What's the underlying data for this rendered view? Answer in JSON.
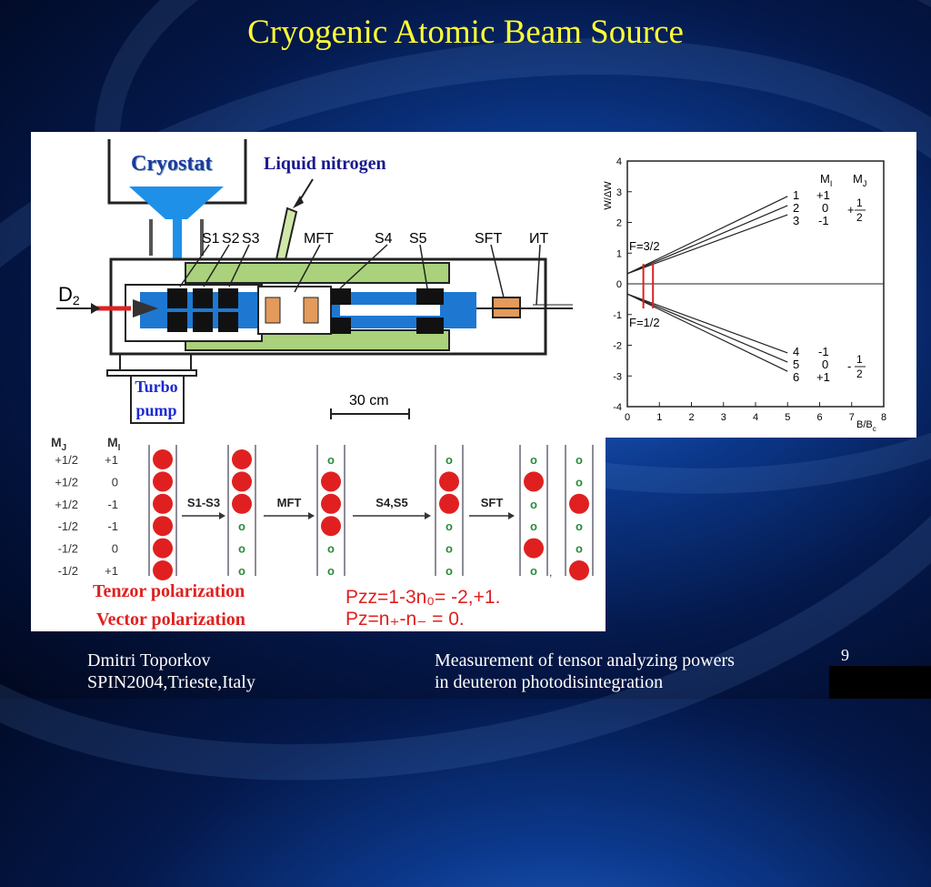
{
  "slide": {
    "title": "Cryogenic Atomic Beam Source",
    "page_number": "9",
    "footer_left": [
      "Dmitri Toporkov",
      "SPIN2004,Trieste,Italy"
    ],
    "footer_right": [
      "Measurement of tensor analyzing powers",
      "in deuteron photodisintegration"
    ]
  },
  "apparatus": {
    "cryostat_label": "Cryostat",
    "nitrogen_label": "Liquid nitrogen",
    "turbo_label": [
      "Turbo",
      "pump"
    ],
    "beam_label": "D",
    "beam_subscript": "2",
    "section_labels": [
      "S1",
      "S2",
      "S3",
      "MFT",
      "S4",
      "S5",
      "SFT",
      "ИТ"
    ],
    "scale_label": "30 cm"
  },
  "breit_rabi": {
    "y_axis_label": "W/ΔW",
    "x_axis_label": "B/B",
    "x_axis_sub": "c",
    "x_ticks": [
      "0",
      "1",
      "2",
      "3",
      "4",
      "5",
      "6",
      "7",
      "8"
    ],
    "y_ticks": [
      "4",
      "3",
      "2",
      "1",
      "0",
      "-1",
      "-2",
      "-3",
      "-4"
    ],
    "f_upper": "F=3/2",
    "f_lower": "F=1/2",
    "col_headers": [
      "M",
      "M"
    ],
    "col_header_subs": [
      "I",
      "J"
    ],
    "upper_states": [
      {
        "n": "1",
        "mi": "+1"
      },
      {
        "n": "2",
        "mi": "0"
      },
      {
        "n": "3",
        "mi": "-1"
      }
    ],
    "lower_states": [
      {
        "n": "4",
        "mi": "-1"
      },
      {
        "n": "5",
        "mi": "0"
      },
      {
        "n": "6",
        "mi": "+1"
      }
    ],
    "mj_upper": "+",
    "mj_lower": "-",
    "mj_num": "1",
    "mj_den": "2",
    "chart_data": {
      "type": "line",
      "xlim": [
        0,
        8
      ],
      "ylim": [
        -4,
        4
      ],
      "series": [
        {
          "x": [
            0,
            5
          ],
          "y": [
            0.33,
            2.85
          ]
        },
        {
          "x": [
            0,
            5
          ],
          "y": [
            0.33,
            2.55
          ]
        },
        {
          "x": [
            0,
            5
          ],
          "y": [
            0.33,
            2.25
          ]
        },
        {
          "x": [
            0,
            5
          ],
          "y": [
            -0.33,
            -2.25
          ]
        },
        {
          "x": [
            0,
            5
          ],
          "y": [
            -0.33,
            -2.55
          ]
        },
        {
          "x": [
            0,
            5
          ],
          "y": [
            -0.33,
            -2.85
          ]
        }
      ],
      "markers": [
        0.5,
        0.8
      ]
    }
  },
  "populations": {
    "header_mj": "M",
    "header_mj_sub": "J",
    "header_mi": "M",
    "header_mi_sub": "I",
    "rows": [
      {
        "mj": "+1/2",
        "mi": "+1"
      },
      {
        "mj": "+1/2",
        "mi": "0"
      },
      {
        "mj": "+1/2",
        "mi": "-1"
      },
      {
        "mj": "-1/2",
        "mi": "-1"
      },
      {
        "mj": "-1/2",
        "mi": "0"
      },
      {
        "mj": "-1/2",
        "mi": "+1"
      }
    ],
    "arrows": [
      "S1-S3",
      "MFT",
      "S4,S5",
      "SFT"
    ],
    "columns": [
      [
        1,
        1,
        1,
        1,
        1,
        1
      ],
      [
        1,
        1,
        1,
        0,
        0,
        0
      ],
      [
        0,
        1,
        1,
        1,
        0,
        0
      ],
      [
        0,
        1,
        1,
        0,
        0,
        0
      ],
      [
        0,
        1,
        0,
        0,
        1,
        0
      ],
      [
        0,
        0,
        1,
        0,
        0,
        1
      ]
    ],
    "empty_symbol": "o",
    "trailing_mark": ",",
    "tensor_label": "Tenzor polarization",
    "vector_label": "Vector polarization",
    "pzz_formula": "Pzz=1-3n₀=  -2,+1.",
    "pz_formula": "Pz=n₊-n₋ = 0."
  }
}
